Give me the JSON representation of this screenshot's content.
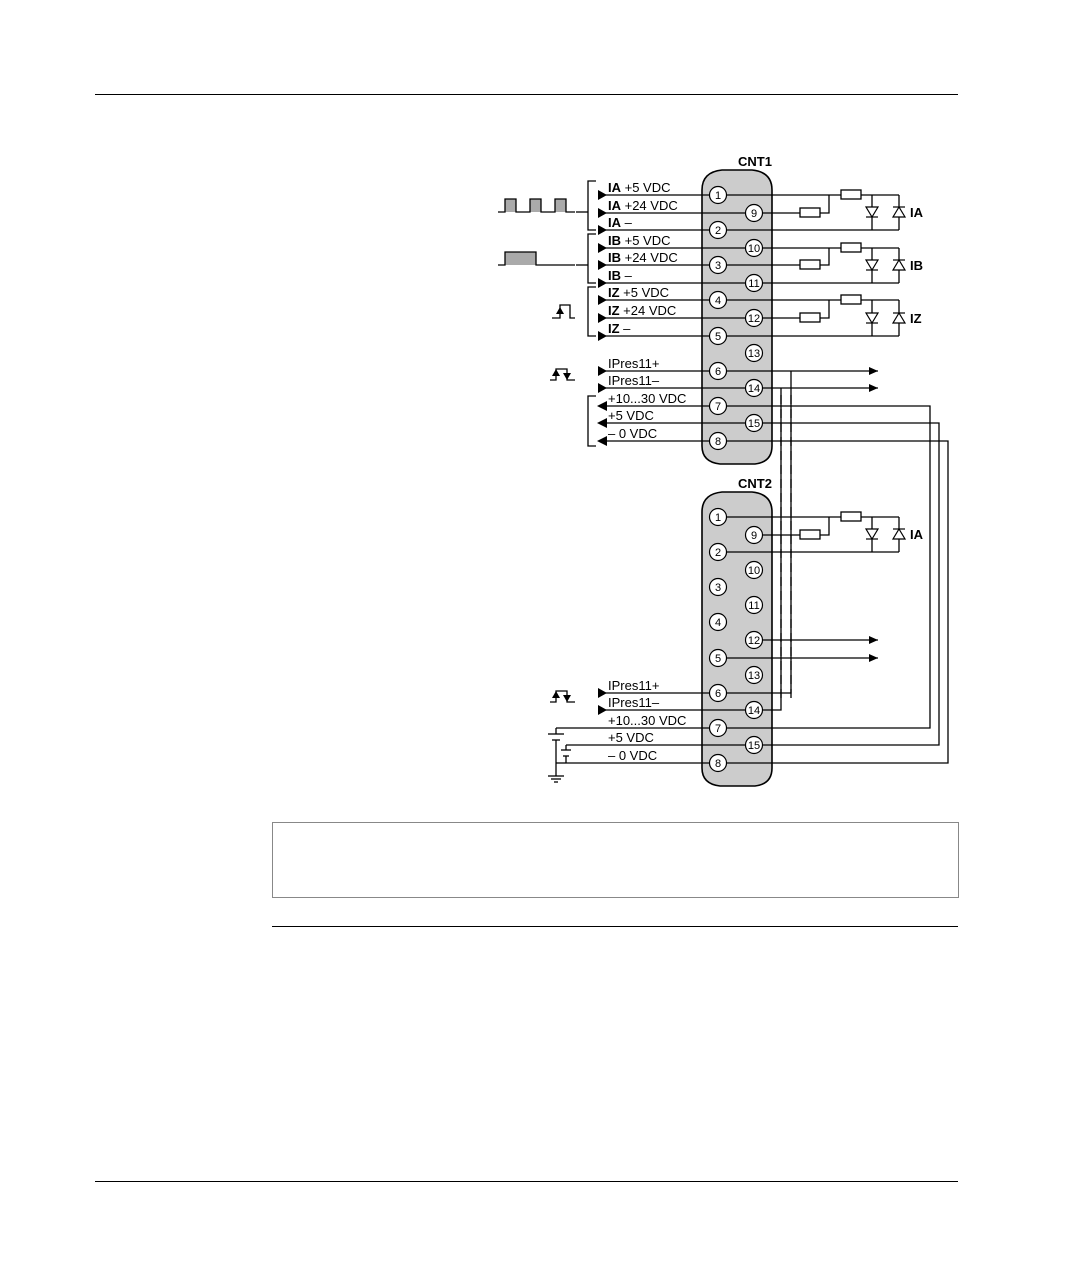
{
  "connectors": [
    {
      "name": "CNT1",
      "pins": [
        "1",
        "9",
        "2",
        "10",
        "3",
        "11",
        "4",
        "12",
        "5",
        "13",
        "6",
        "14",
        "7",
        "15",
        "8"
      ],
      "signals": [
        {
          "bold": "IA",
          "text": " +5 VDC"
        },
        {
          "bold": "IA",
          "text": " +24 VDC"
        },
        {
          "bold": "IA",
          "text": " –"
        },
        {
          "bold": "IB",
          "text": " +5 VDC"
        },
        {
          "bold": "IB",
          "text": " +24 VDC"
        },
        {
          "bold": "IB",
          "text": " –"
        },
        {
          "bold": "IZ",
          "text": " +5 VDC"
        },
        {
          "bold": "IZ",
          "text": " +24 VDC"
        },
        {
          "bold": "IZ",
          "text": " –"
        },
        {
          "bold": "",
          "text": "IPres11+"
        },
        {
          "bold": "",
          "text": "IPres11–"
        },
        {
          "bold": "",
          "text": "+10...30 VDC"
        },
        {
          "bold": "",
          "text": "+5 VDC"
        },
        {
          "bold": "",
          "text": "– 0 VDC"
        }
      ],
      "outputs": [
        "IA",
        "IB",
        "IZ"
      ]
    },
    {
      "name": "CNT2",
      "pins": [
        "1",
        "9",
        "2",
        "10",
        "3",
        "11",
        "4",
        "12",
        "5",
        "13",
        "6",
        "14",
        "7",
        "15",
        "8"
      ],
      "signals": [
        {
          "bold": "",
          "text": "IPres11+"
        },
        {
          "bold": "",
          "text": "IPres11–"
        },
        {
          "bold": "",
          "text": "+10...30 VDC"
        },
        {
          "bold": "",
          "text": "+5 VDC"
        },
        {
          "bold": "",
          "text": "– 0 VDC"
        }
      ],
      "outputs": [
        "IA"
      ]
    }
  ],
  "note": ""
}
